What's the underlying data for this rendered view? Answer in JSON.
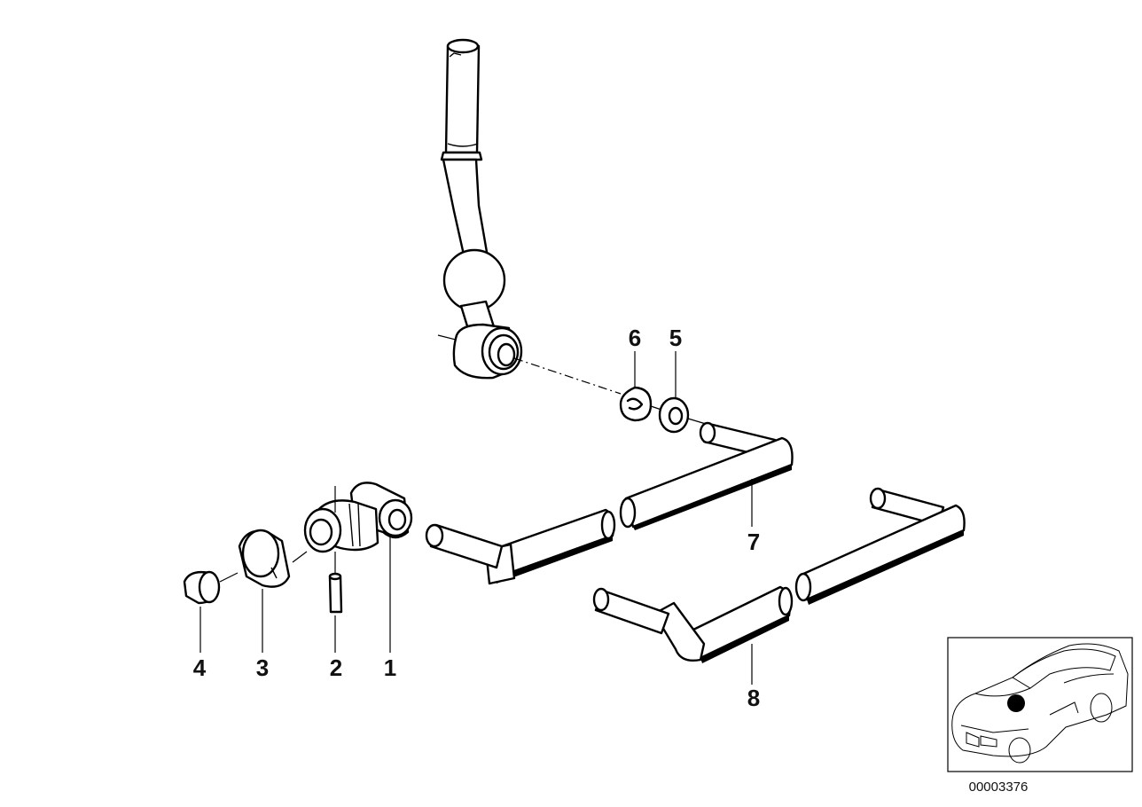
{
  "callouts": [
    {
      "label": "1"
    },
    {
      "label": "2"
    },
    {
      "label": "3"
    },
    {
      "label": "4"
    },
    {
      "label": "5"
    },
    {
      "label": "6"
    },
    {
      "label": "7"
    },
    {
      "label": "8"
    }
  ],
  "diagram_id": "00003376"
}
